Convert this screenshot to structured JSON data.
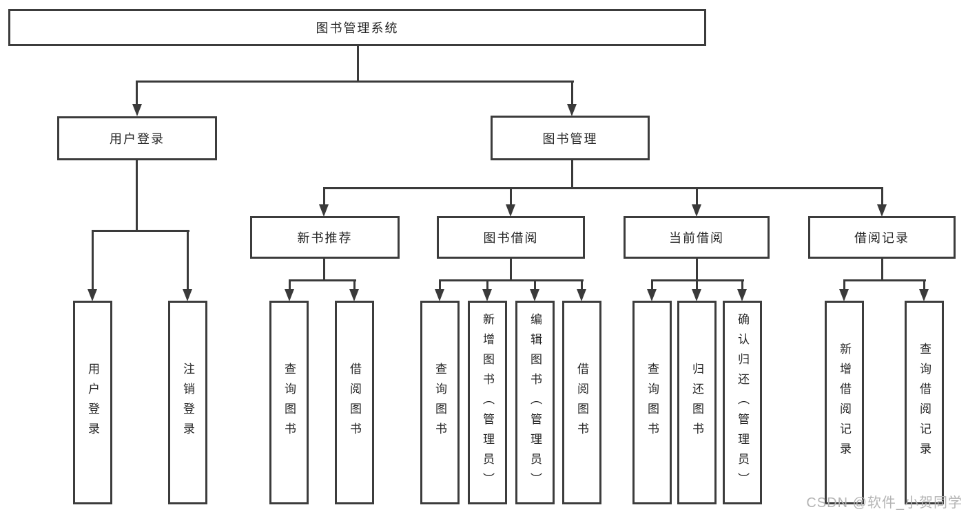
{
  "nodes": {
    "root": {
      "label": "图书管理系统"
    },
    "user_login": {
      "label": "用户登录"
    },
    "book_management": {
      "label": "图书管理"
    },
    "new_book_recommend": {
      "label": "新书推荐"
    },
    "book_borrow": {
      "label": "图书借阅"
    },
    "current_borrow": {
      "label": "当前借阅"
    },
    "borrow_record": {
      "label": "借阅记录"
    },
    "leaf_user_login": {
      "label": "用户登录"
    },
    "leaf_logout": {
      "label": "注销登录"
    },
    "leaf_rec_query_book": {
      "label": "查询图书"
    },
    "leaf_rec_borrow_book": {
      "label": "借阅图书"
    },
    "leaf_bb_query_book": {
      "label": "查询图书"
    },
    "leaf_bb_add_book": {
      "label": "新增图书（管理员）"
    },
    "leaf_bb_edit_book": {
      "label": "编辑图书（管理员）"
    },
    "leaf_bb_borrow_book": {
      "label": "借阅图书"
    },
    "leaf_cb_query_book": {
      "label": "查询图书"
    },
    "leaf_cb_return_book": {
      "label": "归还图书"
    },
    "leaf_cb_confirm_return": {
      "label": "确认归还（管理员）"
    },
    "leaf_br_add_record": {
      "label": "新增借阅记录"
    },
    "leaf_br_query_record": {
      "label": "查询借阅记录"
    }
  },
  "hierarchy": {
    "图书管理系统": [
      "用户登录",
      "图书管理"
    ],
    "用户登录": [
      "用户登录",
      "注销登录"
    ],
    "图书管理": [
      "新书推荐",
      "图书借阅",
      "当前借阅",
      "借阅记录"
    ],
    "新书推荐": [
      "查询图书",
      "借阅图书"
    ],
    "图书借阅": [
      "查询图书",
      "新增图书（管理员）",
      "编辑图书（管理员）",
      "借阅图书"
    ],
    "当前借阅": [
      "查询图书",
      "归还图书",
      "确认归还（管理员）"
    ],
    "借阅记录": [
      "新增借阅记录",
      "查询借阅记录"
    ]
  },
  "watermark": {
    "text": "CSDN @软件_小贺同学"
  },
  "colors": {
    "line": "#3a3a3a",
    "border": "#3c3c3c",
    "text": "#262626",
    "watermark": "#b4b4b4",
    "background": "#ffffff"
  }
}
